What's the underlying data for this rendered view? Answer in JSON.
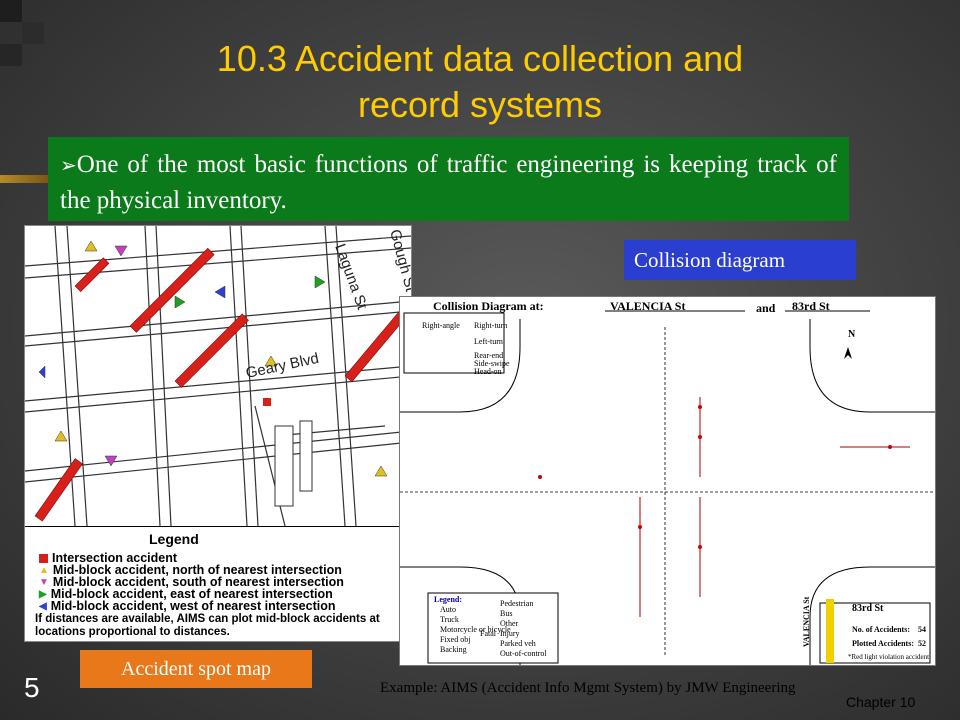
{
  "slide": {
    "title_line1": "10.3 Accident data collection and",
    "title_line2": "record systems",
    "bullet_text": "One of the most basic functions of traffic engineering is keeping track of the physical inventory.",
    "page_number": "5",
    "chapter": "Chapter 10",
    "example": "Example: AIMS (Accident Info Mgmt System) by JMW Engineering"
  },
  "map": {
    "street_laguna": "Laguna St",
    "street_gough": "Gough St",
    "street_geary": "Geary Blvd",
    "label": "Accident spot map",
    "legend": {
      "title": "Legend",
      "items": [
        {
          "label": "Intersection accident",
          "color": "#d8201a"
        },
        {
          "label": "Mid-block accident, north of nearest intersection",
          "color": "#e0c020"
        },
        {
          "label": "Mid-block accident, south of nearest intersection",
          "color": "#c040c0"
        },
        {
          "label": "Mid-block accident, east of nearest intersection",
          "color": "#20a020"
        },
        {
          "label": "Mid-block accident, west of nearest intersection",
          "color": "#3040d0"
        }
      ],
      "note": "If distances are available, AIMS can plot mid-block accidents at locations proportional to distances."
    }
  },
  "collision": {
    "label": "Collision diagram",
    "header_prefix": "Collision Diagram at:",
    "street1": "VALENCIA St",
    "and": "and",
    "street2": "83rd St",
    "north": "N",
    "key_types": [
      "Right-angle",
      "Right-turn",
      "Left-turn",
      "Rear-end",
      "Side-swipe",
      "Head-on"
    ],
    "legend_title": "Legend:",
    "legend_items": [
      "Auto",
      "Truck",
      "Motorcycle or bicycle",
      "Fixed obj",
      "Backing",
      "Pedestrian",
      "Bus",
      "Other",
      "Injury",
      "Fatal",
      "Parked veh",
      "Out-of-control"
    ],
    "side_street": "VALENCIA St",
    "box_street": "83rd St",
    "no_accidents_label": "No. of Accidents:",
    "no_accidents": "54",
    "plotted_label": "Plotted Accidents:",
    "plotted": "52",
    "footnote": "*Red light violation accident"
  },
  "colors": {
    "title": "#ffcc00",
    "bullet_bg": "#0a7a1a",
    "collision_label_bg": "#2a3ed0",
    "spot_label_bg": "#e8781a"
  }
}
